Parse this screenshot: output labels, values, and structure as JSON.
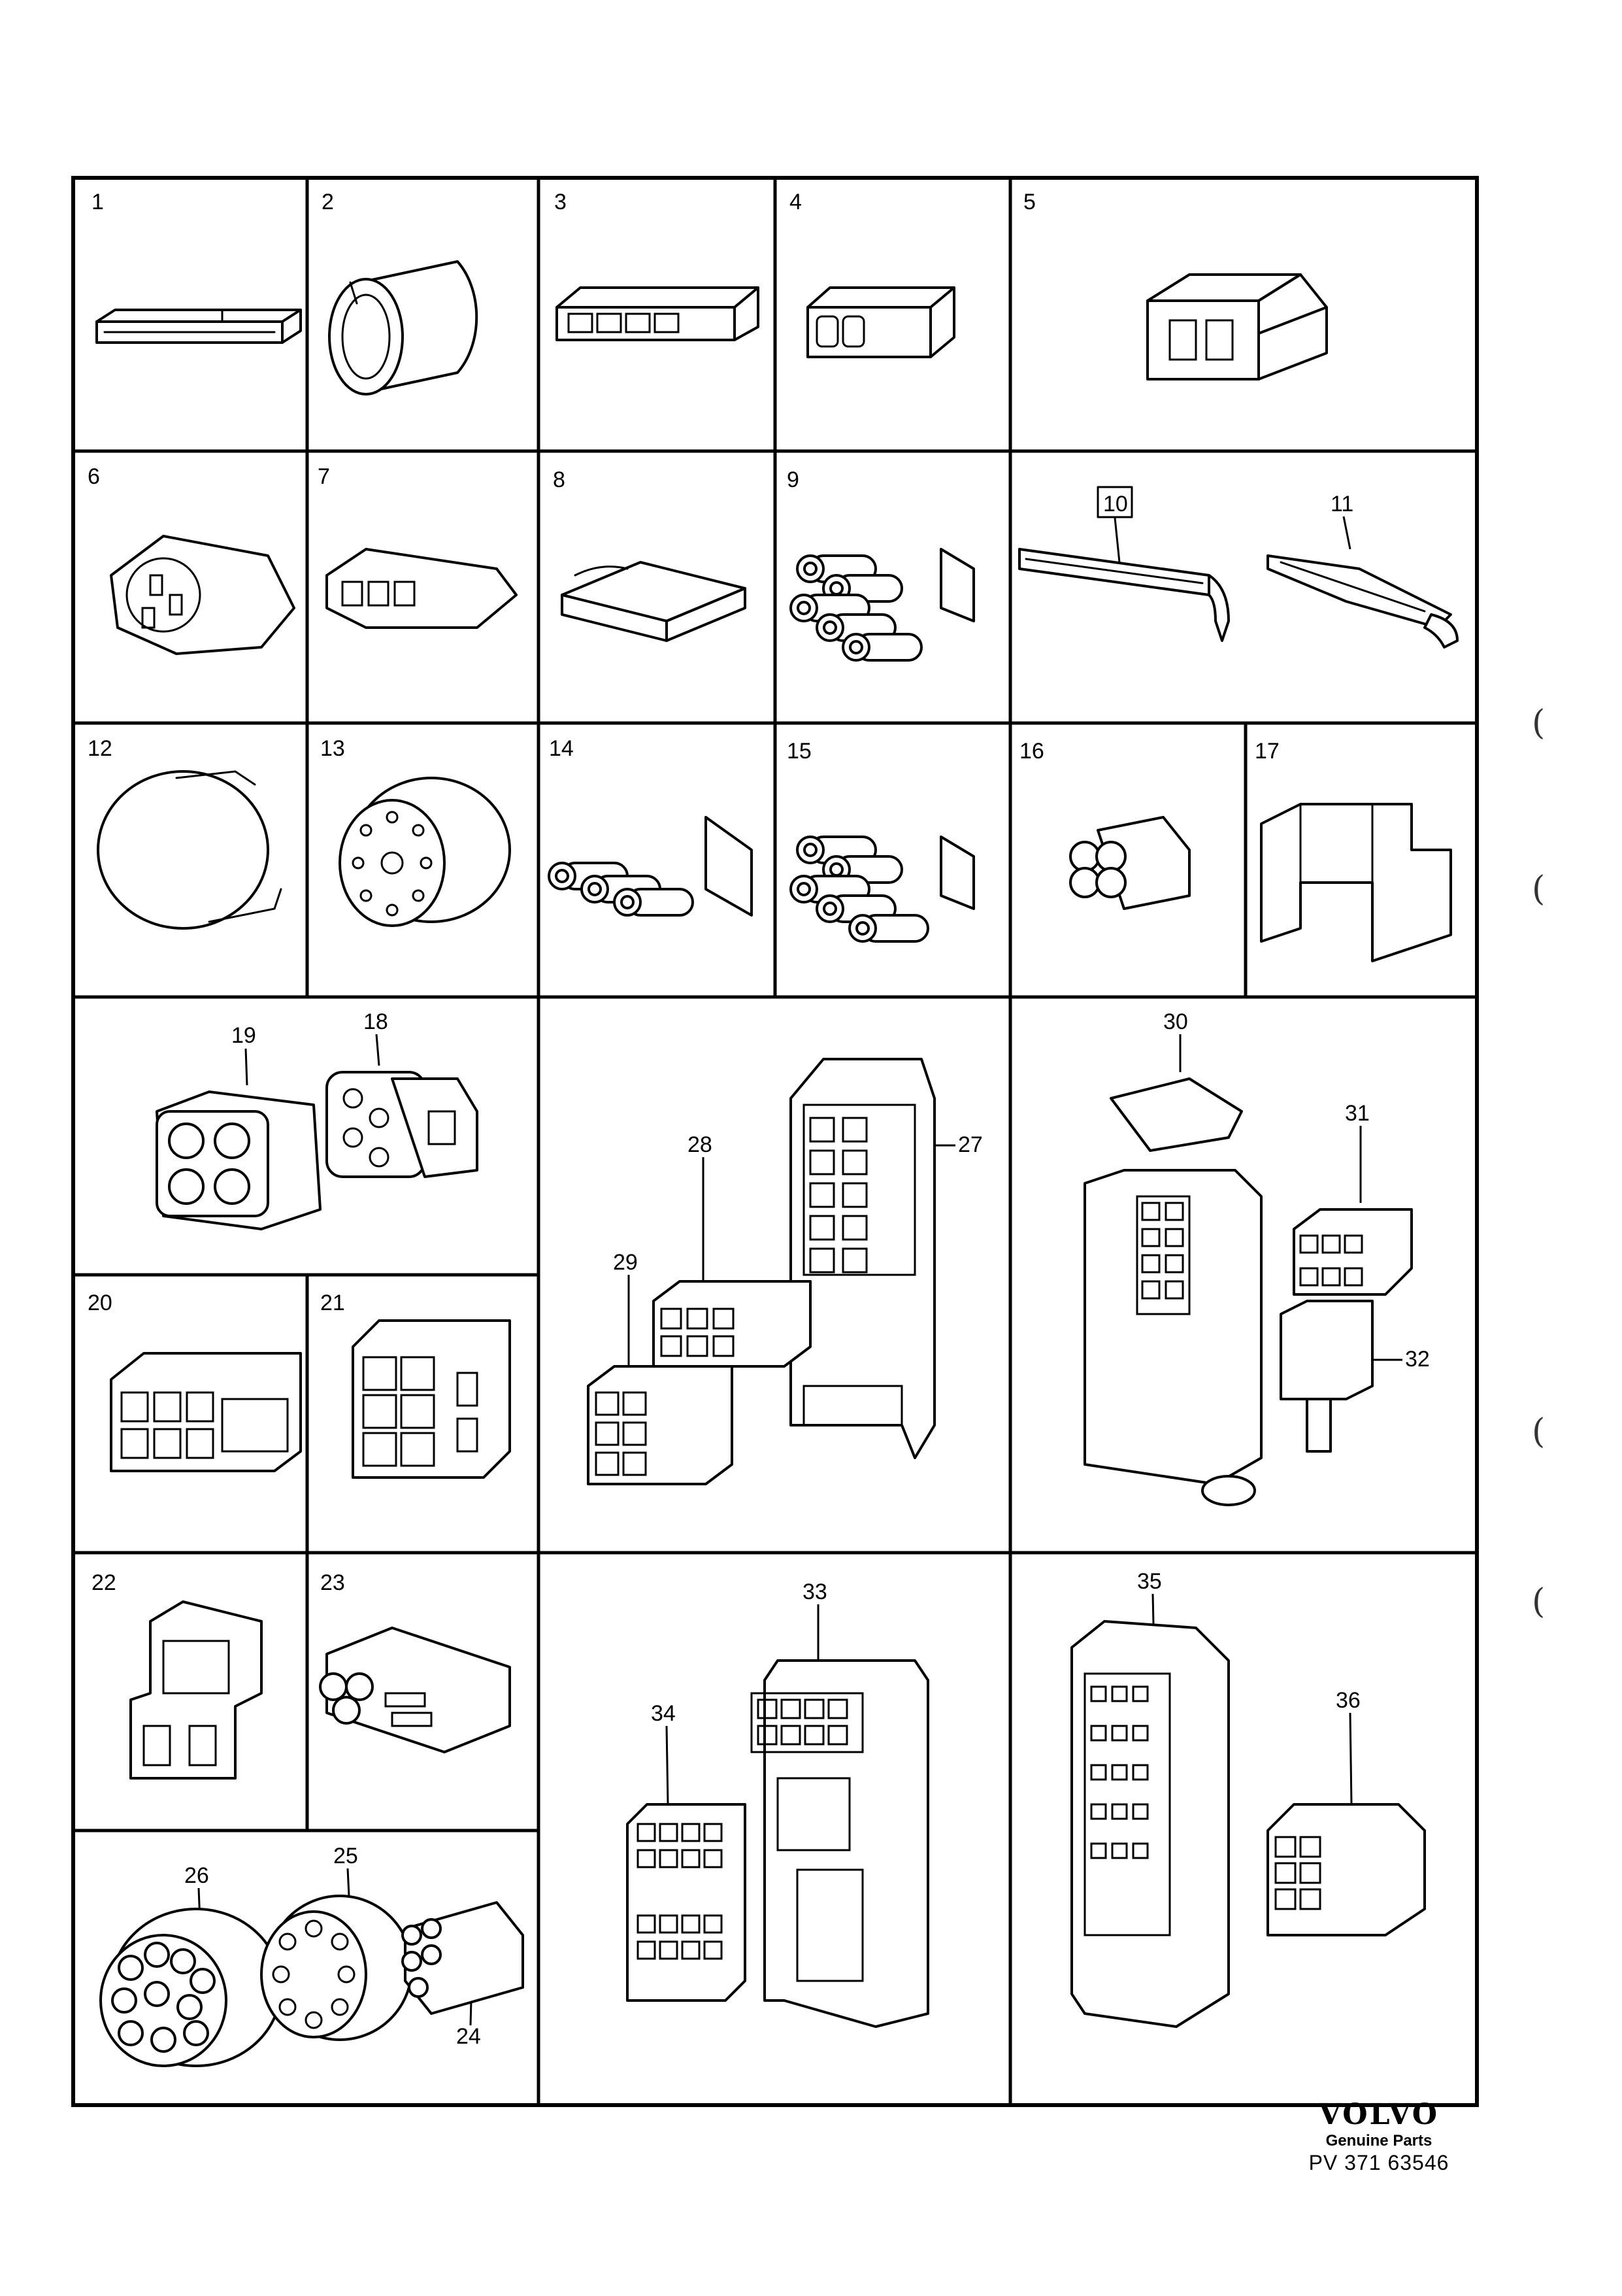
{
  "cells": [
    {
      "labels": [
        "1"
      ]
    },
    {
      "labels": [
        "2"
      ]
    },
    {
      "labels": [
        "3"
      ]
    },
    {
      "labels": [
        "4"
      ]
    },
    {
      "labels": [
        "5"
      ]
    },
    {
      "labels": [
        "6"
      ]
    },
    {
      "labels": [
        "7"
      ]
    },
    {
      "labels": [
        "8"
      ]
    },
    {
      "labels": [
        "9"
      ]
    },
    {
      "labels": [
        "10",
        "11"
      ]
    },
    {
      "labels": [
        "12"
      ]
    },
    {
      "labels": [
        "13"
      ]
    },
    {
      "labels": [
        "14"
      ]
    },
    {
      "labels": [
        "15"
      ]
    },
    {
      "labels": [
        "16"
      ]
    },
    {
      "labels": [
        "17"
      ]
    },
    {
      "labels": [
        "19",
        "18"
      ]
    },
    {
      "labels": [
        "28",
        "27",
        "29"
      ]
    },
    {
      "labels": [
        "30",
        "31",
        "32"
      ]
    },
    {
      "labels": [
        "20"
      ]
    },
    {
      "labels": [
        "21"
      ]
    },
    {
      "labels": [
        "22"
      ]
    },
    {
      "labels": [
        "23"
      ]
    },
    {
      "labels": [
        "33",
        "34"
      ]
    },
    {
      "labels": [
        "35",
        "36"
      ]
    },
    {
      "labels": [
        "26",
        "25",
        "24"
      ]
    }
  ],
  "branding": {
    "logo_text": "VOLVO",
    "tagline": "Genuine Parts",
    "drawing_code": "PV 371 63546"
  },
  "margin_marks": [
    "(",
    "(",
    "(",
    "("
  ]
}
